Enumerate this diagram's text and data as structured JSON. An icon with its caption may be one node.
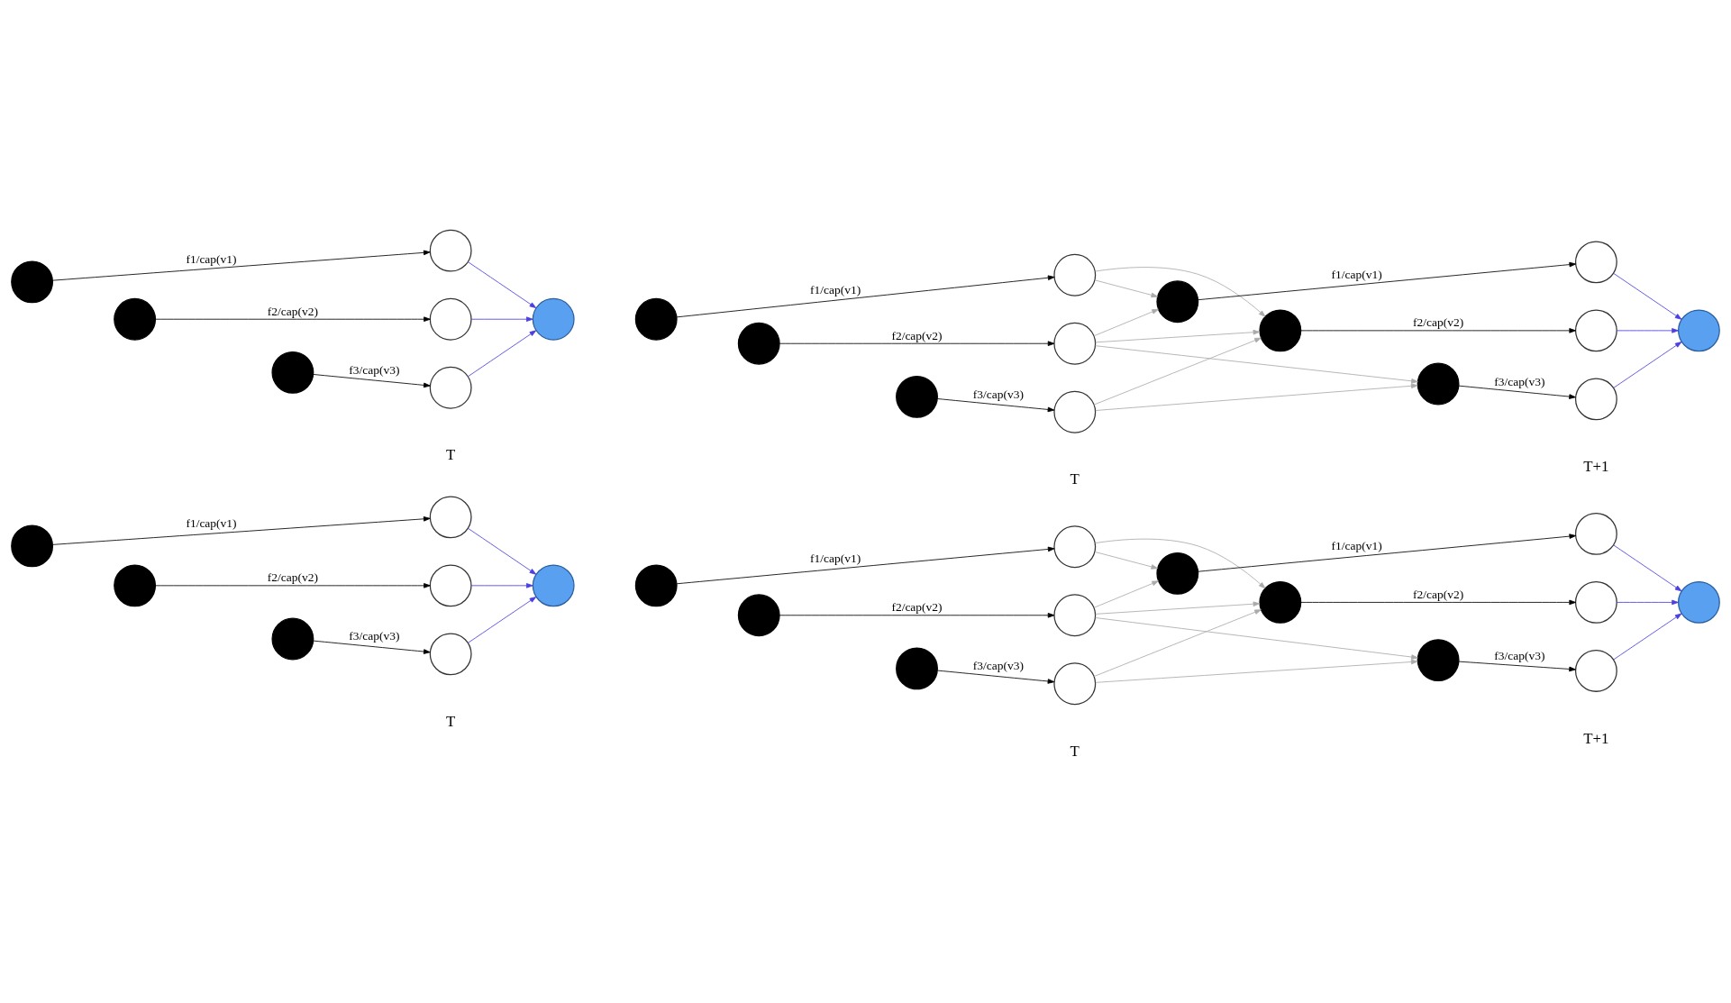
{
  "diagram": {
    "nodes": [
      {
        "text": [],
        "shape": "circle"
      },
      {
        "text": [],
        "shape": "circle"
      },
      {
        "text": [],
        "shape": "circle"
      },
      {
        "text": [],
        "shape": "circle"
      },
      {
        "text": [],
        "shape": "circle"
      },
      {
        "text": [],
        "shape": "circle"
      },
      {
        "text": [],
        "shape": "circle"
      },
      {
        "text": [],
        "shape": "circle"
      },
      {
        "text": [],
        "shape": "circle"
      },
      {
        "text": [],
        "shape": "circle"
      },
      {
        "text": [],
        "shape": "circle"
      },
      {
        "text": [],
        "shape": "circle"
      },
      {
        "text": [],
        "shape": "circle"
      },
      {
        "text": [],
        "shape": "circle"
      },
      {
        "text": [],
        "shape": "circle"
      },
      {
        "text": [],
        "shape": "circle"
      },
      {
        "text": [],
        "shape": "circle"
      },
      {
        "text": [],
        "shape": "circle"
      },
      {
        "text": [],
        "shape": "circle"
      },
      {
        "text": [],
        "shape": "circle"
      },
      {
        "text": [],
        "shape": "circle"
      },
      {
        "text": [],
        "shape": "circle"
      },
      {
        "text": [],
        "shape": "circle"
      },
      {
        "text": [],
        "shape": "circle"
      },
      {
        "text": [],
        "shape": "circle"
      },
      {
        "text": [],
        "shape": "circle"
      },
      {
        "text": [],
        "shape": "circle"
      },
      {
        "text": [],
        "shape": "circle"
      },
      {
        "text": [],
        "shape": "circle"
      },
      {
        "text": [],
        "shape": "circle"
      },
      {
        "text": [],
        "shape": "circle"
      },
      {
        "text": [],
        "shape": "circle"
      },
      {
        "text": [],
        "shape": "circle"
      },
      {
        "text": [],
        "shape": "circle"
      },
      {
        "text": [],
        "shape": "circle"
      },
      {
        "text": [],
        "shape": "circle"
      },
      {
        "text": [],
        "shape": "circle"
      },
      {
        "text": [],
        "shape": "circle"
      },
      {
        "text": [],
        "shape": "circle"
      },
      {
        "text": [],
        "shape": "circle"
      }
    ],
    "edges": [
      {
        "from": 0,
        "to": 1,
        "arrow": "to",
        "label": "f1/cap(v1)"
      },
      {
        "from": 2,
        "to": 3,
        "arrow": "to",
        "label": "f2/cap(v2)"
      },
      {
        "from": 4,
        "to": 5,
        "arrow": "to",
        "label": "f3/cap(v3)"
      },
      {
        "from": 1,
        "to": 6,
        "arrow": "to",
        "color": "#4b3fe0"
      },
      {
        "from": 3,
        "to": 6,
        "arrow": "to",
        "color": "#4b3fe0"
      },
      {
        "from": 5,
        "to": 6,
        "arrow": "to",
        "color": "#4b3fe0"
      },
      {
        "from": 7,
        "to": 8,
        "arrow": "to",
        "label": "f1/cap(v1)"
      },
      {
        "from": 9,
        "to": 10,
        "arrow": "to",
        "label": "f2/cap(v2)"
      },
      {
        "from": 11,
        "to": 12,
        "arrow": "to",
        "label": "f3/cap(v3)"
      },
      {
        "from": 8,
        "to": 13,
        "arrow": "to",
        "color": "#aaaaaa"
      },
      {
        "from": 8,
        "to": 15,
        "arrow": "to",
        "color": "#aaaaaa"
      },
      {
        "from": 10,
        "to": 13,
        "arrow": "to",
        "color": "#aaaaaa"
      },
      {
        "from": 10,
        "to": 15,
        "arrow": "to",
        "color": "#aaaaaa"
      },
      {
        "from": 10,
        "to": 17,
        "arrow": "to",
        "color": "#aaaaaa"
      },
      {
        "from": 12,
        "to": 15,
        "arrow": "to",
        "color": "#aaaaaa"
      },
      {
        "from": 12,
        "to": 17,
        "arrow": "to",
        "color": "#aaaaaa"
      },
      {
        "from": 13,
        "to": 14,
        "arrow": "to",
        "label": "f1/cap(v1)"
      },
      {
        "from": 15,
        "to": 16,
        "arrow": "to",
        "label": "f2/cap(v2)"
      },
      {
        "from": 17,
        "to": 18,
        "arrow": "to",
        "label": "f3/cap(v3)"
      },
      {
        "from": 14,
        "to": 19,
        "arrow": "to",
        "color": "#4b3fe0"
      },
      {
        "from": 16,
        "to": 19,
        "arrow": "to",
        "color": "#4b3fe0"
      },
      {
        "from": 18,
        "to": 19,
        "arrow": "to",
        "color": "#4b3fe0"
      },
      {
        "from": 20,
        "to": 21,
        "arrow": "to",
        "label": "f1/cap(v1)"
      },
      {
        "from": 22,
        "to": 23,
        "arrow": "to",
        "label": "f2/cap(v2)"
      },
      {
        "from": 24,
        "to": 25,
        "arrow": "to",
        "label": "f3/cap(v3)"
      },
      {
        "from": 21,
        "to": 26,
        "arrow": "to",
        "color": "#4b3fe0"
      },
      {
        "from": 23,
        "to": 26,
        "arrow": "to",
        "color": "#4b3fe0"
      },
      {
        "from": 25,
        "to": 26,
        "arrow": "to",
        "color": "#4b3fe0"
      },
      {
        "from": 27,
        "to": 28,
        "arrow": "to",
        "label": "f1/cap(v1)"
      },
      {
        "from": 29,
        "to": 30,
        "arrow": "to",
        "label": "f2/cap(v2)"
      },
      {
        "from": 31,
        "to": 32,
        "arrow": "to",
        "label": "f3/cap(v3)"
      },
      {
        "from": 28,
        "to": 33,
        "arrow": "to",
        "color": "#aaaaaa"
      },
      {
        "from": 28,
        "to": 35,
        "arrow": "to",
        "color": "#aaaaaa"
      },
      {
        "from": 30,
        "to": 33,
        "arrow": "to",
        "color": "#aaaaaa"
      },
      {
        "from": 30,
        "to": 35,
        "arrow": "to",
        "color": "#aaaaaa"
      },
      {
        "from": 30,
        "to": 37,
        "arrow": "to",
        "color": "#aaaaaa"
      },
      {
        "from": 32,
        "to": 35,
        "arrow": "to",
        "color": "#aaaaaa"
      },
      {
        "from": 32,
        "to": 37,
        "arrow": "to",
        "color": "#aaaaaa"
      },
      {
        "from": 33,
        "to": 34,
        "arrow": "to",
        "label": "f1/cap(v1)"
      },
      {
        "from": 35,
        "to": 36,
        "arrow": "to",
        "label": "f2/cap(v2)"
      },
      {
        "from": 37,
        "to": 38,
        "arrow": "to",
        "label": "f3/cap(v3)"
      },
      {
        "from": 34,
        "to": 39,
        "arrow": "to",
        "color": "#4b3fe0"
      },
      {
        "from": 36,
        "to": 39,
        "arrow": "to",
        "color": "#4b3fe0"
      },
      {
        "from": 38,
        "to": 39,
        "arrow": "to",
        "color": "#4b3fe0"
      }
    ],
    "labels": [
      "T",
      "T",
      "T+1",
      "T",
      "T",
      "T+1"
    ]
  }
}
